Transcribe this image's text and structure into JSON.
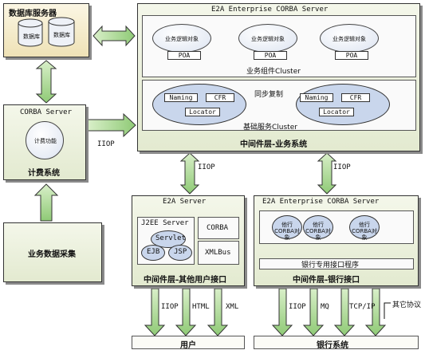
{
  "db_server": {
    "title": "数据库服务器",
    "db1": "数据库",
    "db2": "数据库"
  },
  "corba_left": {
    "title": "CORBA Server",
    "func": "计费功能",
    "name": "计费系统"
  },
  "business_collect": {
    "label": "业务数据采集"
  },
  "main_server": {
    "title": "E2A Enterprise CORBA Server",
    "objects": [
      {
        "label": "业务逻辑对象",
        "poa": "POA"
      },
      {
        "label": "业务逻辑对象",
        "poa": "POA"
      },
      {
        "label": "业务逻辑对象",
        "poa": "POA"
      }
    ],
    "cluster_label": "业务组件Cluster",
    "basic": {
      "left": {
        "naming": "Naming",
        "cfr": "CFR",
        "locator": "Locator"
      },
      "right": {
        "naming": "Naming",
        "cfr": "CFR",
        "locator": "Locator"
      },
      "sync": "同步复制",
      "label": "基础服务Cluster"
    },
    "layer_label": "中间件层-业务系统"
  },
  "links": {
    "iiop_left": "IIOP",
    "iiop_mid": "IIOP",
    "iiop_right": "IIOP"
  },
  "e2a_server": {
    "title": "E2A  Server",
    "j2ee": "J2EE Server",
    "servlet": "Servlet",
    "ejb": "EJB",
    "jsp": "JSP",
    "corba": "CORBA",
    "xmlbus": "XMLBus",
    "layer_label": "中间件层-其他用户接口"
  },
  "bank_server": {
    "title": "E2A Enterprise CORBA Server",
    "objects": [
      "他行CORBA对象",
      "他行CORBA对象",
      "他行CORBA对象"
    ],
    "interface": "银行专用接口程序",
    "layer_label": "中间件层-银行接口"
  },
  "bottom_left": {
    "protocols": [
      "IIOP",
      "HTML",
      "XML"
    ],
    "label": "用户"
  },
  "bottom_right": {
    "protocols": [
      "IIOP",
      "MQ",
      "TCP/IP",
      "其它协议"
    ],
    "label": "银行系统"
  }
}
